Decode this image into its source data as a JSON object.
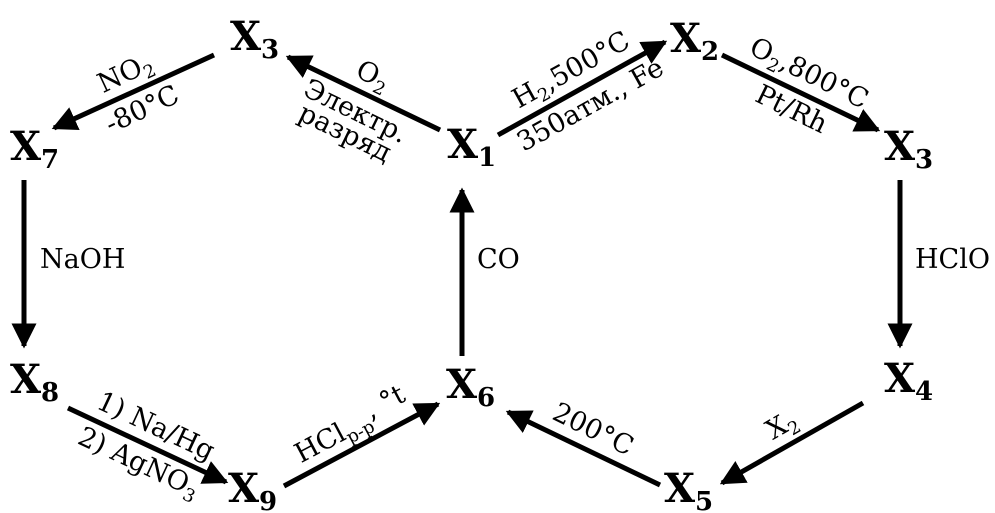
{
  "nodes": {
    "x1": {
      "letter": "X",
      "sub": "1"
    },
    "x2": {
      "letter": "X",
      "sub": "2"
    },
    "x3_right": {
      "letter": "X",
      "sub": "3"
    },
    "x3_left": {
      "letter": "X",
      "sub": "3"
    },
    "x4": {
      "letter": "X",
      "sub": "4"
    },
    "x5": {
      "letter": "X",
      "sub": "5"
    },
    "x6": {
      "letter": "X",
      "sub": "6"
    },
    "x7": {
      "letter": "X",
      "sub": "7"
    },
    "x8": {
      "letter": "X",
      "sub": "8"
    },
    "x9": {
      "letter": "X",
      "sub": "9"
    }
  },
  "reactions": {
    "x1_x2": {
      "above_main": "H",
      "above_sub": "2",
      "above_tail": ",500°C",
      "below": "350атм., Fe"
    },
    "x2_x3": {
      "above_main": "O",
      "above_sub": "2",
      "above_tail": ",800°C",
      "below": "Pt/Rh"
    },
    "x3_x4": {
      "label": "HClO"
    },
    "x4_x5": {
      "main": "X",
      "sub": "2"
    },
    "x5_x6": {
      "label": "200°C"
    },
    "x6_x1": {
      "label": "CO"
    },
    "x1_x3": {
      "above_main": "O",
      "above_sub": "2",
      "below_line1": "Электр.",
      "below_line2": "разряд"
    },
    "x3_x7": {
      "above_main": "NO",
      "above_sub": "2",
      "below": "-80°C"
    },
    "x7_x8": {
      "label": "NaOH"
    },
    "x8_x9": {
      "line1": "1) Na/Hg",
      "line2_main": "2) AgNO",
      "line2_sub": "3"
    },
    "x9_x6": {
      "main": "HCl",
      "sub": "р-р",
      "tail": ", °t"
    }
  }
}
